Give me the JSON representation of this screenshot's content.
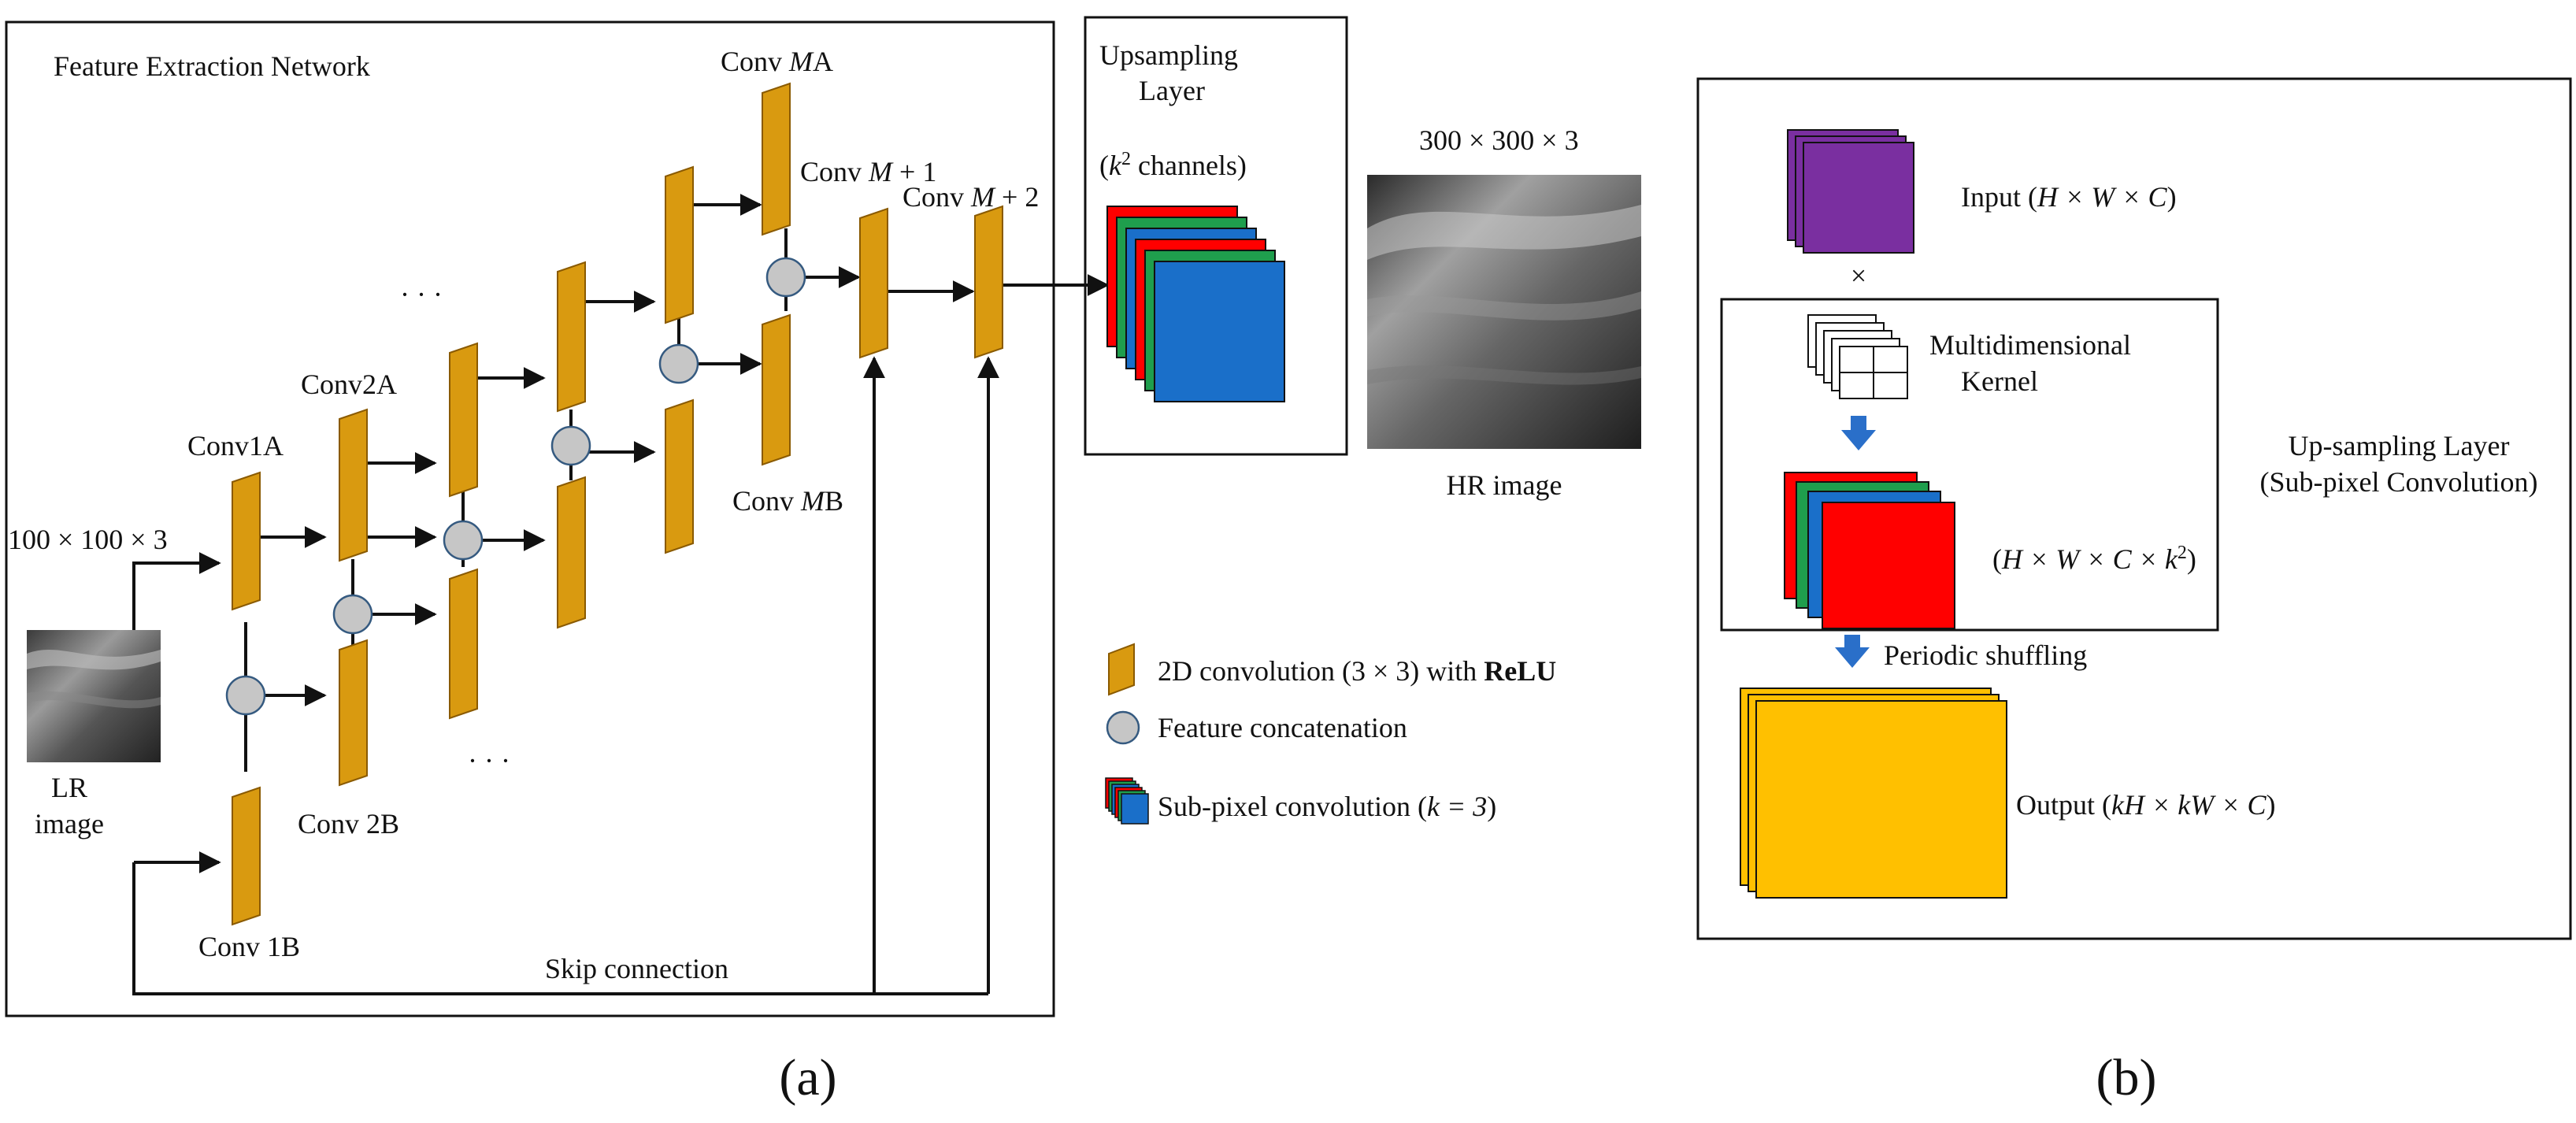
{
  "colors": {
    "conv": "#d99a10",
    "conv_stroke": "#8a5a00",
    "concat": "#c6c6c6",
    "concat_stroke": "#355a80",
    "red": "#ff0000",
    "green": "#1f9e4d",
    "blue": "#1a6fc9",
    "purple": "#7a2fa0",
    "yellow": "#ffc000",
    "arrow_blue": "#2a6fc9"
  },
  "panel_a": {
    "title": "Feature Extraction Network",
    "input_size": "100 × 100 × 3",
    "lr_label_1": "LR",
    "lr_label_2": "image",
    "conv1a": "Conv1A",
    "conv1b": "Conv 1B",
    "conv2a": "Conv2A",
    "conv2b": "Conv 2B",
    "conv_ma_prefix": "Conv ",
    "conv_ma_var": "M",
    "conv_ma_suffix": "A",
    "conv_mb_prefix": "Conv ",
    "conv_mb_var": "M",
    "conv_mb_suffix": "B",
    "conv_m1_prefix": "Conv ",
    "conv_m1_var": "M",
    "conv_m1_suffix": " + 1",
    "conv_m2_prefix": "Conv ",
    "conv_m2_var": "M",
    "conv_m2_suffix": " + 2",
    "dots": "· · ·",
    "skip": "Skip connection",
    "ups_title_1": "Upsampling",
    "ups_title_2": "Layer",
    "ups_channels_open": "(",
    "ups_channels_var": "k",
    "ups_channels_sup": "2",
    "ups_channels_rest": " channels)",
    "hr_size": "300 × 300 × 3",
    "hr_label": "HR image",
    "legend_conv_text": "2D convolution (3 × 3) with ",
    "legend_conv_bold": "ReLU",
    "legend_concat": "Feature concatenation",
    "legend_sub_text": "Sub-pixel convolution (",
    "legend_sub_var": "k = 3",
    "legend_sub_close": ")",
    "caption": "(a)"
  },
  "panel_b": {
    "input_text": "Input (",
    "input_math": "H × W × C",
    "input_close": ")",
    "times": "×",
    "kernel_1": "Multidimensional",
    "kernel_2": "Kernel",
    "mid_math_open": "(",
    "mid_math": "H × W × C × k",
    "mid_sup": "2",
    "mid_close": ")",
    "periodic": "Periodic shuffling",
    "output_text": "Output (",
    "output_math": "kH × kW × C",
    "output_close": ")",
    "side_1": "Up-sampling Layer",
    "side_2": "(Sub-pixel Convolution)",
    "caption": "(b)"
  }
}
